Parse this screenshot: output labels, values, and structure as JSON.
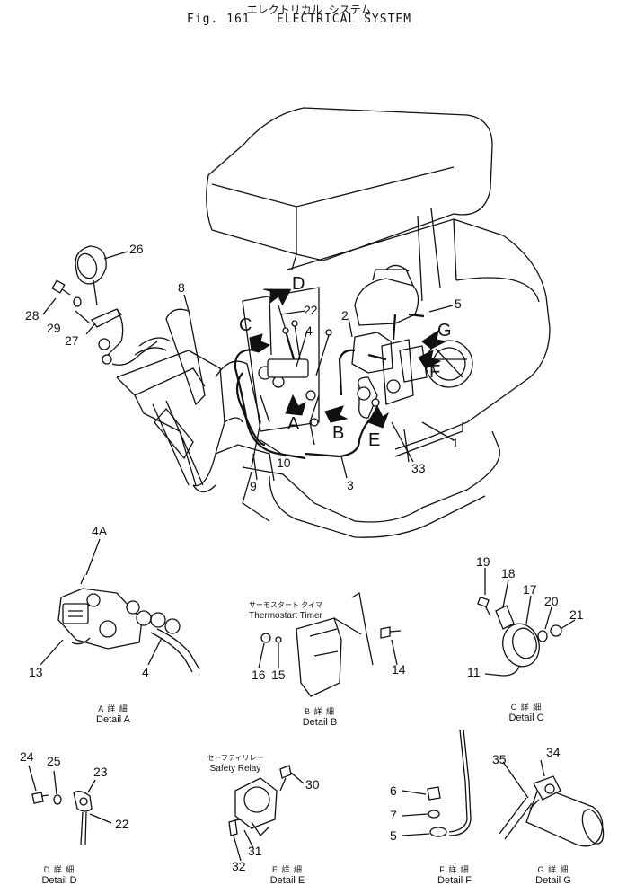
{
  "header": {
    "title_jp": "エレクトリカル システム",
    "fig": "Fig. 161",
    "title": "ELECTRICAL SYSTEM"
  },
  "callouts": {
    "c1": "1",
    "c2": "2",
    "c3": "3",
    "c4": "4",
    "c4a": "4A",
    "c5": "5",
    "c5b": "5",
    "c6": "6",
    "c7": "7",
    "c8": "8",
    "c9": "9",
    "c10": "10",
    "c11": "11",
    "c13": "13",
    "c14": "14",
    "c15": "15",
    "c16": "16",
    "c17": "17",
    "c18": "18",
    "c19": "19",
    "c20": "20",
    "c21": "21",
    "c22": "22",
    "c22b": "22",
    "c23": "23",
    "c24": "24",
    "c25": "25",
    "c26": "26",
    "c27": "27",
    "c28": "28",
    "c29": "29",
    "c30": "30",
    "c31": "31",
    "c32": "32",
    "c33": "33",
    "c34": "34",
    "c35": "35"
  },
  "view_letters": {
    "a": "A",
    "b": "B",
    "c": "C",
    "d": "D",
    "e": "E",
    "f": "F",
    "g": "G"
  },
  "sub_labels": {
    "thermostart_jp": "サーモスタート タイマ",
    "thermostart": "Thermostart Timer",
    "safety_relay_jp": "セーフティリレー",
    "safety_relay": "Safety Relay"
  },
  "details": {
    "a_jp": "A 詳 細",
    "a": "Detail A",
    "b_jp": "B 詳 細",
    "b": "Detail B",
    "c_jp": "C 詳 細",
    "c": "Detail C",
    "d_jp": "D 詳 細",
    "d": "Detail D",
    "e_jp": "E 詳 細",
    "e": "Detail E",
    "f_jp": "F 詳 細",
    "f": "Detail F",
    "g_jp": "G 詳 細",
    "g": "Detail G"
  }
}
